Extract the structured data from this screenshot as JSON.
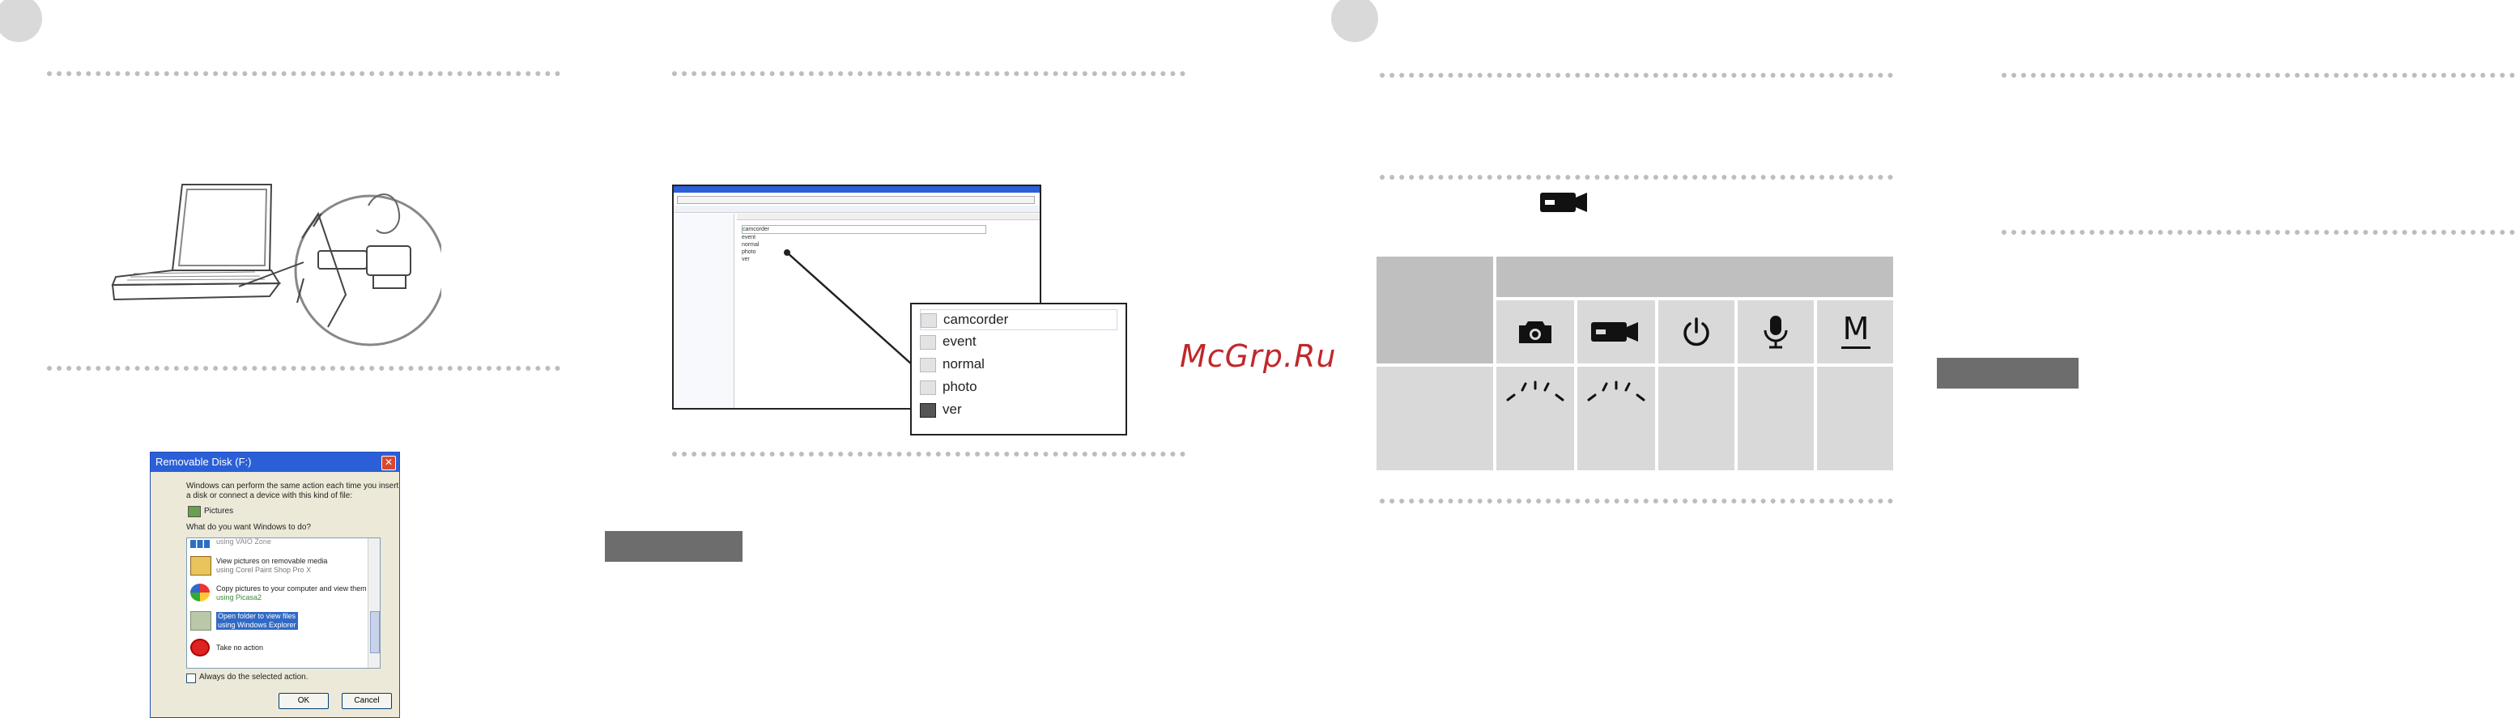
{
  "watermark": "McGrp.Ru",
  "dialog": {
    "title": "Removable Disk (F:)",
    "close_glyph": "✕",
    "intro_line1": "Windows can perform the same action each time you insert",
    "intro_line2": "a disk or connect a device with this kind of file:",
    "content_type": "Pictures",
    "question": "What do you want Windows to do?",
    "options": [
      {
        "line1": "using VAIO Zone",
        "line2": ""
      },
      {
        "line1": "View pictures on removable media",
        "line2": "using Corel Paint Shop Pro X"
      },
      {
        "line1": "Copy pictures to your computer and view them",
        "line2": "using Picasa2"
      },
      {
        "line1": "Open folder to view files",
        "line2": "using Windows Explorer"
      },
      {
        "line1": "Take no action",
        "line2": ""
      }
    ],
    "checkbox_label": "Always do the selected action.",
    "ok_label": "OK",
    "cancel_label": "Cancel"
  },
  "explorer": {
    "folders": [
      "camcorder",
      "event",
      "normal",
      "photo",
      "ver"
    ]
  },
  "callout": {
    "folders": [
      "camcorder",
      "event",
      "normal",
      "photo",
      "ver"
    ]
  },
  "status_table": {
    "header_icons": [
      "camera-icon",
      "camcorder-icon",
      "power-icon",
      "microphone-icon",
      "memory-icon"
    ],
    "memory_glyph": "M"
  },
  "colors": {
    "dotted": "#bdbdbd",
    "circle": "#d9d9d9",
    "table_cell": "#d9d9d9",
    "table_header": "#bfbfbf",
    "dark_bar": "#6d6d6d",
    "watermark": "#c0282c",
    "dialog_title": "#2a5fd8",
    "selection": "#316ac5"
  }
}
